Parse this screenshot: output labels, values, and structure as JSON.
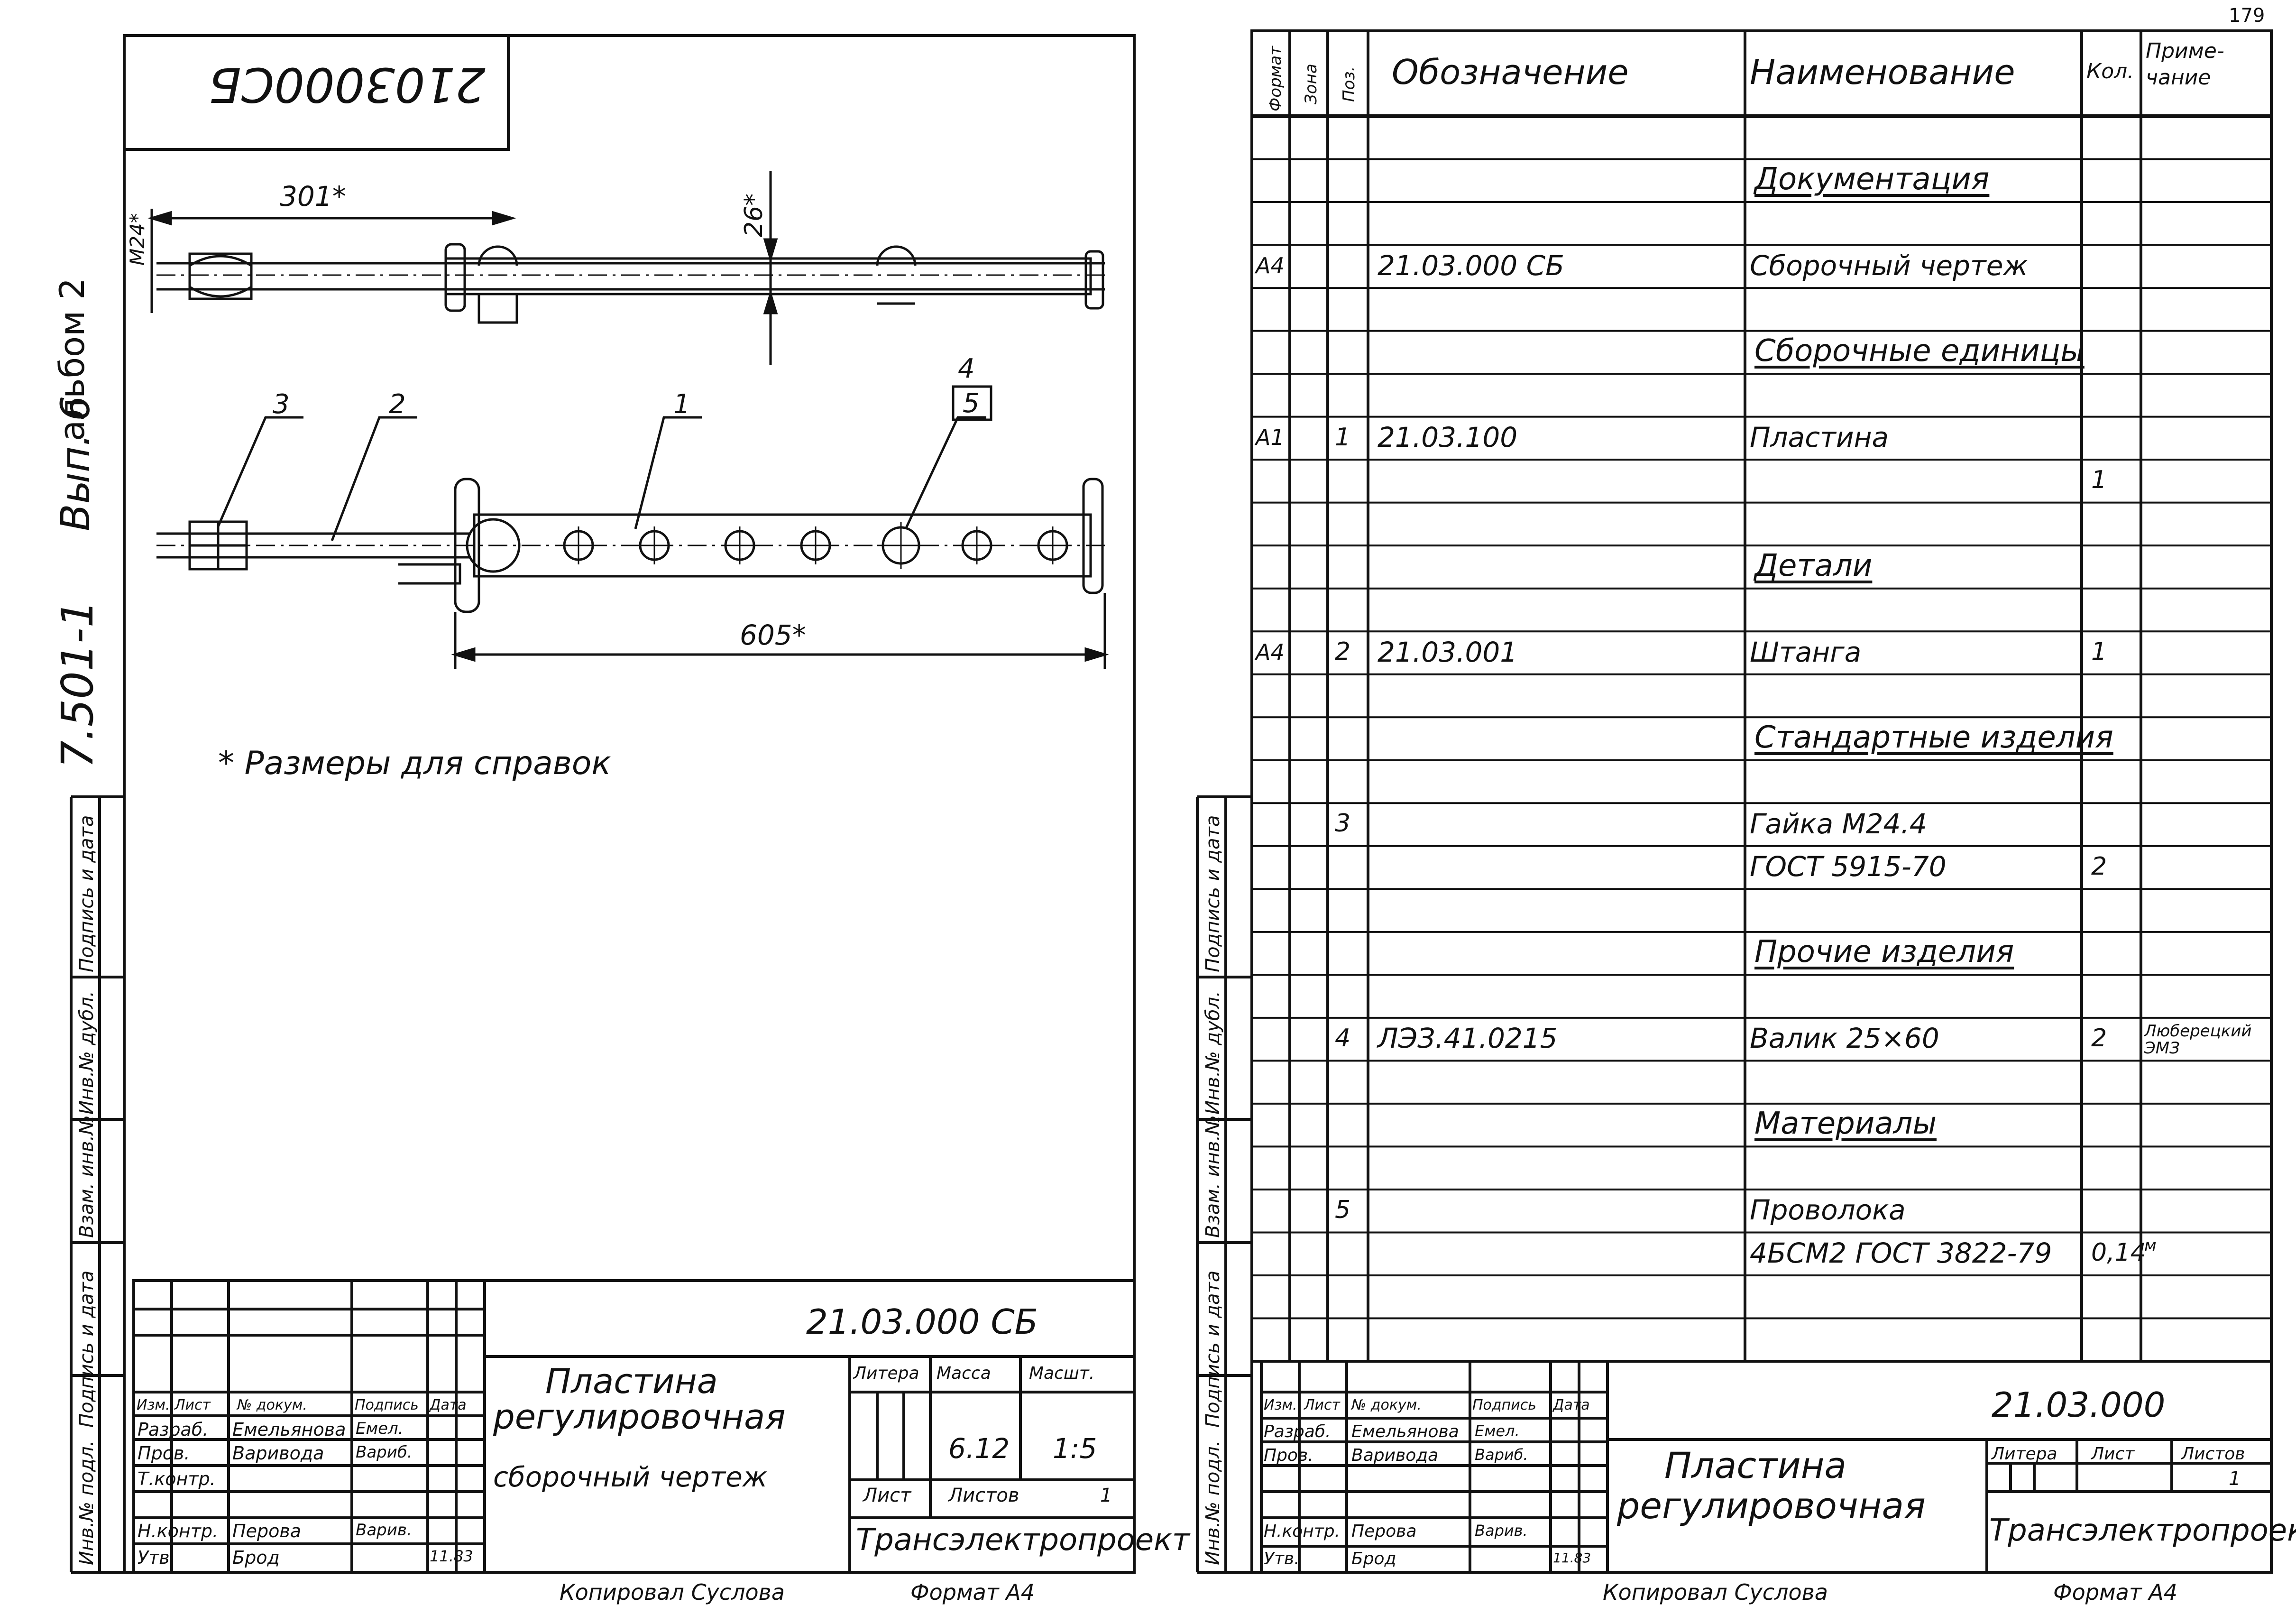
{
  "margin": {
    "series": "7.501-1",
    "issue": "Вып. 6",
    "album": "альбом 2",
    "fields": [
      "Инв.№ подл.",
      "Подпись и дата",
      "Взам. инв.№",
      "Инв.№ дубл.",
      "Подпись и дата"
    ]
  },
  "left_sheet": {
    "corner_stamp": "2103000СБ",
    "dims": {
      "d301": "301*",
      "dm24": "М24*",
      "d26": "26*",
      "d605": "605*"
    },
    "callouts": [
      "3",
      "2",
      "1",
      "4",
      "5"
    ],
    "note": "* Размеры для справок",
    "designation": "21.03.000 СБ",
    "title": [
      "Пластина",
      "регулировочная"
    ],
    "subtitle": "сборочный чертеж",
    "headers": {
      "litera": "Литера",
      "mass": "Масса",
      "scale": "Масшт.",
      "sheet": "Лист",
      "sheets": "Листов"
    },
    "mass": "6.12",
    "scale": "1:5",
    "sheets_count": "1",
    "org": "Трансэлектропроект",
    "roles": [
      {
        "role": "Изм.",
        "name": "Лист",
        "doc": "№ докум.",
        "sign": "Подпись",
        "date": "Дата"
      },
      {
        "role": "Разраб.",
        "name": "Емельянова",
        "sign": "Емел."
      },
      {
        "role": "Пров.",
        "name": "Варивода",
        "sign": "Вариб."
      },
      {
        "role": "Т.контр.",
        "name": ""
      },
      {
        "role": "",
        "name": ""
      },
      {
        "role": "Н.контр.",
        "name": "Перова",
        "sign": "Варив."
      },
      {
        "role": "Утв.",
        "name": "Брод",
        "sign": "",
        "date": "11.83"
      }
    ],
    "footer": {
      "copied": "Копировал Суслова",
      "format": "Формат А4"
    }
  },
  "right_sheet": {
    "page_no": "179",
    "headers": {
      "format": "Формат",
      "zone": "Зона",
      "pos": "Поз.",
      "designation": "Обозначение",
      "name": "Наименование",
      "qty": "Кол.",
      "note": "Приме-чание"
    },
    "rows": [
      {
        "fmt": "",
        "pos": "",
        "des": "",
        "name": "",
        "qty": "",
        "note": ""
      },
      {
        "fmt": "",
        "pos": "",
        "des": "",
        "name": "Документация",
        "section": true
      },
      {
        "fmt": "",
        "pos": "",
        "des": "",
        "name": ""
      },
      {
        "fmt": "А4",
        "pos": "",
        "des": "21.03.000 СБ",
        "name": "Сборочный чертеж"
      },
      {
        "fmt": "",
        "pos": "",
        "des": "",
        "name": ""
      },
      {
        "fmt": "",
        "pos": "",
        "des": "",
        "name": "Сборочные единицы",
        "section": true
      },
      {
        "fmt": "",
        "pos": "",
        "des": "",
        "name": ""
      },
      {
        "fmt": "А1",
        "pos": "1",
        "des": "21.03.100",
        "name": "Пластина"
      },
      {
        "fmt": "",
        "pos": "",
        "des": "",
        "name": "",
        "qty": "1"
      },
      {
        "fmt": "",
        "pos": "",
        "des": "",
        "name": ""
      },
      {
        "fmt": "",
        "pos": "",
        "des": "",
        "name": "Детали",
        "section": true
      },
      {
        "fmt": "",
        "pos": "",
        "des": "",
        "name": ""
      },
      {
        "fmt": "А4",
        "pos": "2",
        "des": "21.03.001",
        "name": "Штанга",
        "qty": "1"
      },
      {
        "fmt": "",
        "pos": "",
        "des": "",
        "name": ""
      },
      {
        "fmt": "",
        "pos": "",
        "des": "",
        "name": "Стандартные изделия",
        "section": true
      },
      {
        "fmt": "",
        "pos": "",
        "des": "",
        "name": ""
      },
      {
        "fmt": "",
        "pos": "3",
        "des": "",
        "name": "Гайка М24.4"
      },
      {
        "fmt": "",
        "pos": "",
        "des": "",
        "name": "ГОСТ 5915-70",
        "qty": "2"
      },
      {
        "fmt": "",
        "pos": "",
        "des": "",
        "name": ""
      },
      {
        "fmt": "",
        "pos": "",
        "des": "",
        "name": "Прочие изделия",
        "section": true
      },
      {
        "fmt": "",
        "pos": "",
        "des": "",
        "name": ""
      },
      {
        "fmt": "",
        "pos": "4",
        "des": "ЛЭЗ.41.0215",
        "name": "Валик 25×60",
        "qty": "2",
        "note": "Люберецкий ЭМЗ"
      },
      {
        "fmt": "",
        "pos": "",
        "des": "",
        "name": ""
      },
      {
        "fmt": "",
        "pos": "",
        "des": "",
        "name": "Материалы",
        "section": true
      },
      {
        "fmt": "",
        "pos": "",
        "des": "",
        "name": ""
      },
      {
        "fmt": "",
        "pos": "5",
        "des": "",
        "name": "Проволока"
      },
      {
        "fmt": "",
        "pos": "",
        "des": "",
        "name": "4БСМ2 ГОСТ 3822-79",
        "qty": "0,14",
        "note": "м"
      },
      {
        "fmt": "",
        "pos": "",
        "des": "",
        "name": ""
      },
      {
        "fmt": "",
        "pos": "",
        "des": "",
        "name": ""
      }
    ],
    "designation": "21.03.000",
    "title": [
      "Пластина",
      "регулировочная"
    ],
    "headers2": {
      "litera": "Литера",
      "sheet": "Лист",
      "sheets": "Листов"
    },
    "sheets_count": "1",
    "org": "Трансэлектропроект",
    "roles": [
      {
        "role": "Изм.",
        "name": "Лист",
        "doc": "№ докум.",
        "sign": "Подпись",
        "date": "Дата"
      },
      {
        "role": "Разраб.",
        "name": "Емельянова",
        "sign": "Емел."
      },
      {
        "role": "Пров.",
        "name": "Варивода",
        "sign": "Вариб."
      },
      {
        "role": "",
        "name": ""
      },
      {
        "role": "Н.контр.",
        "name": "Перова",
        "sign": "Варив."
      },
      {
        "role": "Утв.",
        "name": "Брод",
        "sign": "",
        "date": "11.83"
      }
    ],
    "footer": {
      "copied": "Копировал Суслова",
      "format": "Формат А4"
    }
  }
}
